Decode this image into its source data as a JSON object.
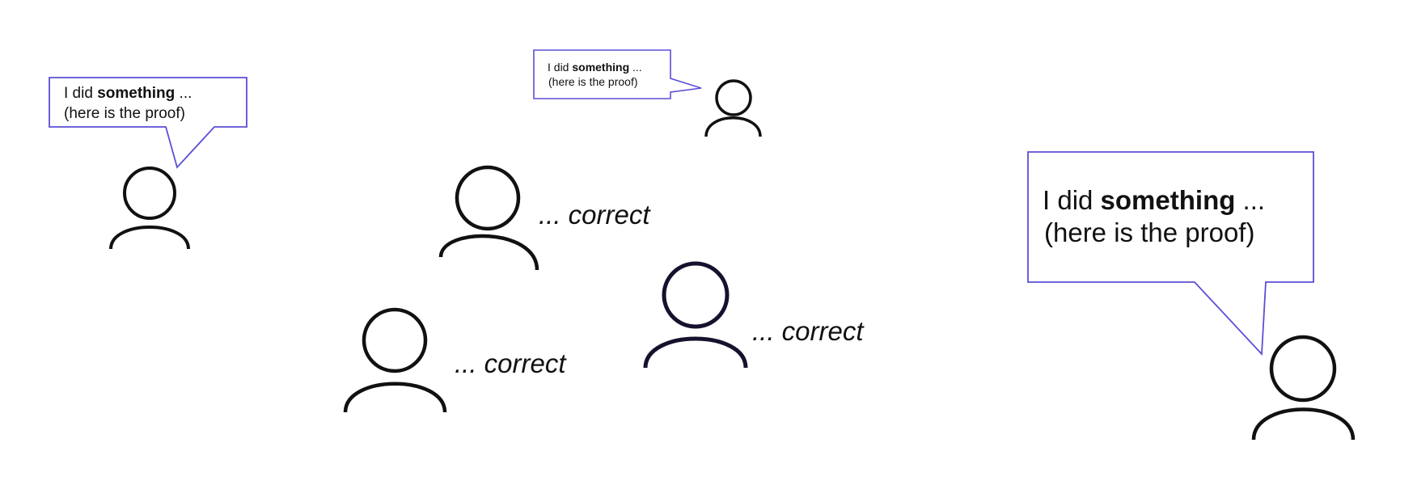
{
  "speech_bubbles": [
    {
      "line1_prefix": "I did ",
      "line1_bold": "something",
      "line1_suffix": " ...",
      "line2": "(here is the proof)"
    },
    {
      "line1_prefix": "I did ",
      "line1_bold": "something",
      "line1_suffix": " ...",
      "line2": "(here is the proof)"
    },
    {
      "line1_prefix": "I did ",
      "line1_bold": "something",
      "line1_suffix": " ...",
      "line2": "(here is the proof)"
    }
  ],
  "verifier_replies": [
    {
      "text": "... correct"
    },
    {
      "text": "... correct"
    },
    {
      "text": "... correct"
    }
  ],
  "colors": {
    "bubble_border": "#5b4fd6",
    "icon_stroke": "#111111",
    "icon_stroke_dark": "#15122e"
  },
  "icons": [
    "person-icon"
  ]
}
